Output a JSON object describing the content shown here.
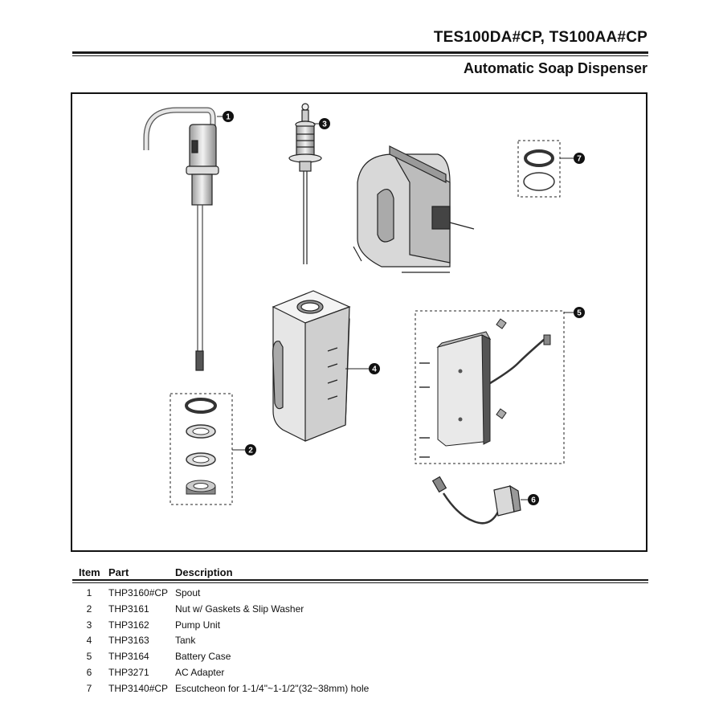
{
  "header": {
    "model": "TES100DA#CP, TS100AA#CP",
    "product": "Automatic Soap Dispenser"
  },
  "diagram": {
    "callouts": [
      "1",
      "2",
      "3",
      "4",
      "5",
      "6",
      "7"
    ]
  },
  "table": {
    "columns": [
      "Item",
      "Part",
      "Description"
    ],
    "rows": [
      {
        "item": "1",
        "part": "THP3160#CP",
        "desc": "Spout"
      },
      {
        "item": "2",
        "part": "THP3161",
        "desc": "Nut w/ Gaskets & Slip Washer"
      },
      {
        "item": "3",
        "part": "THP3162",
        "desc": "Pump Unit"
      },
      {
        "item": "4",
        "part": "THP3163",
        "desc": "Tank"
      },
      {
        "item": "5",
        "part": "THP3164",
        "desc": "Battery Case"
      },
      {
        "item": "6",
        "part": "THP3271",
        "desc": "AC Adapter"
      },
      {
        "item": "7",
        "part": "THP3140#CP",
        "desc": "Escutcheon for 1-1/4\"~1-1/2\"(32~38mm) hole"
      }
    ]
  }
}
